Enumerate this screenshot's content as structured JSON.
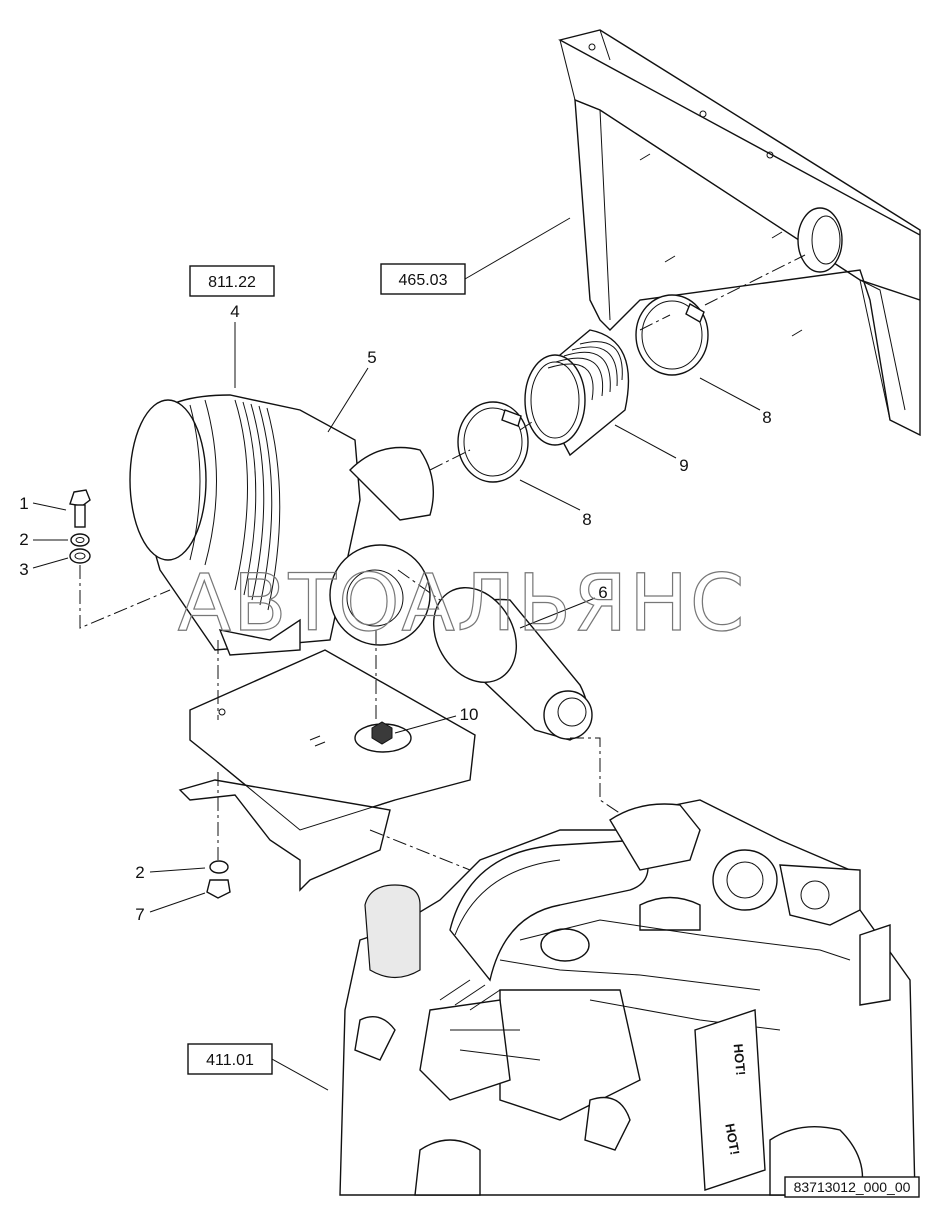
{
  "reference_boxes": [
    {
      "id": "ref-811-22",
      "text": "811.22"
    },
    {
      "id": "ref-465-03",
      "text": "465.03"
    },
    {
      "id": "ref-411-01",
      "text": "411.01"
    }
  ],
  "callouts": [
    "1",
    "2",
    "3",
    "4",
    "5",
    "6",
    "8",
    "8",
    "9",
    "10",
    "2",
    "7"
  ],
  "watermark": "АВТОАЛЬЯНС",
  "figure_id": "83713012_000_00",
  "label_text": "HOT!"
}
